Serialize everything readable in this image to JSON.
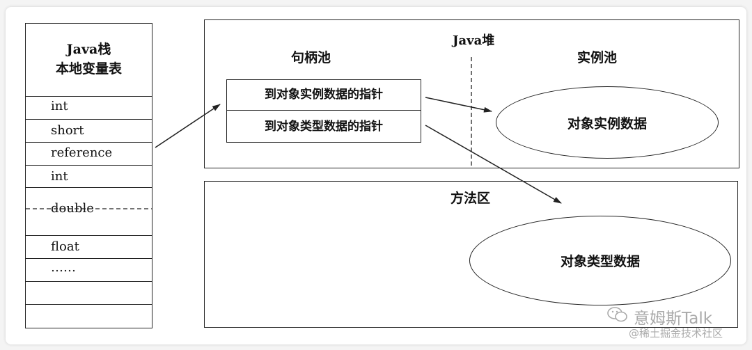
{
  "stack": {
    "title_line1": "Java栈",
    "title_line2": "本地变量表",
    "slots": [
      "int",
      "short",
      "reference",
      "int",
      "double",
      "float",
      "……",
      "",
      ""
    ]
  },
  "heap": {
    "title": "Java堆",
    "handle_pool": {
      "label": "句柄池",
      "instance_pointer": "到对象实例数据的指针",
      "type_pointer": "到对象类型数据的指针"
    },
    "instance_pool": {
      "label": "实例池",
      "instance_data": "对象实例数据"
    }
  },
  "method_area": {
    "title": "方法区",
    "type_data": "对象类型数据"
  },
  "watermark": {
    "line1": "意姆斯Talk",
    "line2": "@稀土掘金技术社区",
    "icon": "wechat-icon"
  }
}
